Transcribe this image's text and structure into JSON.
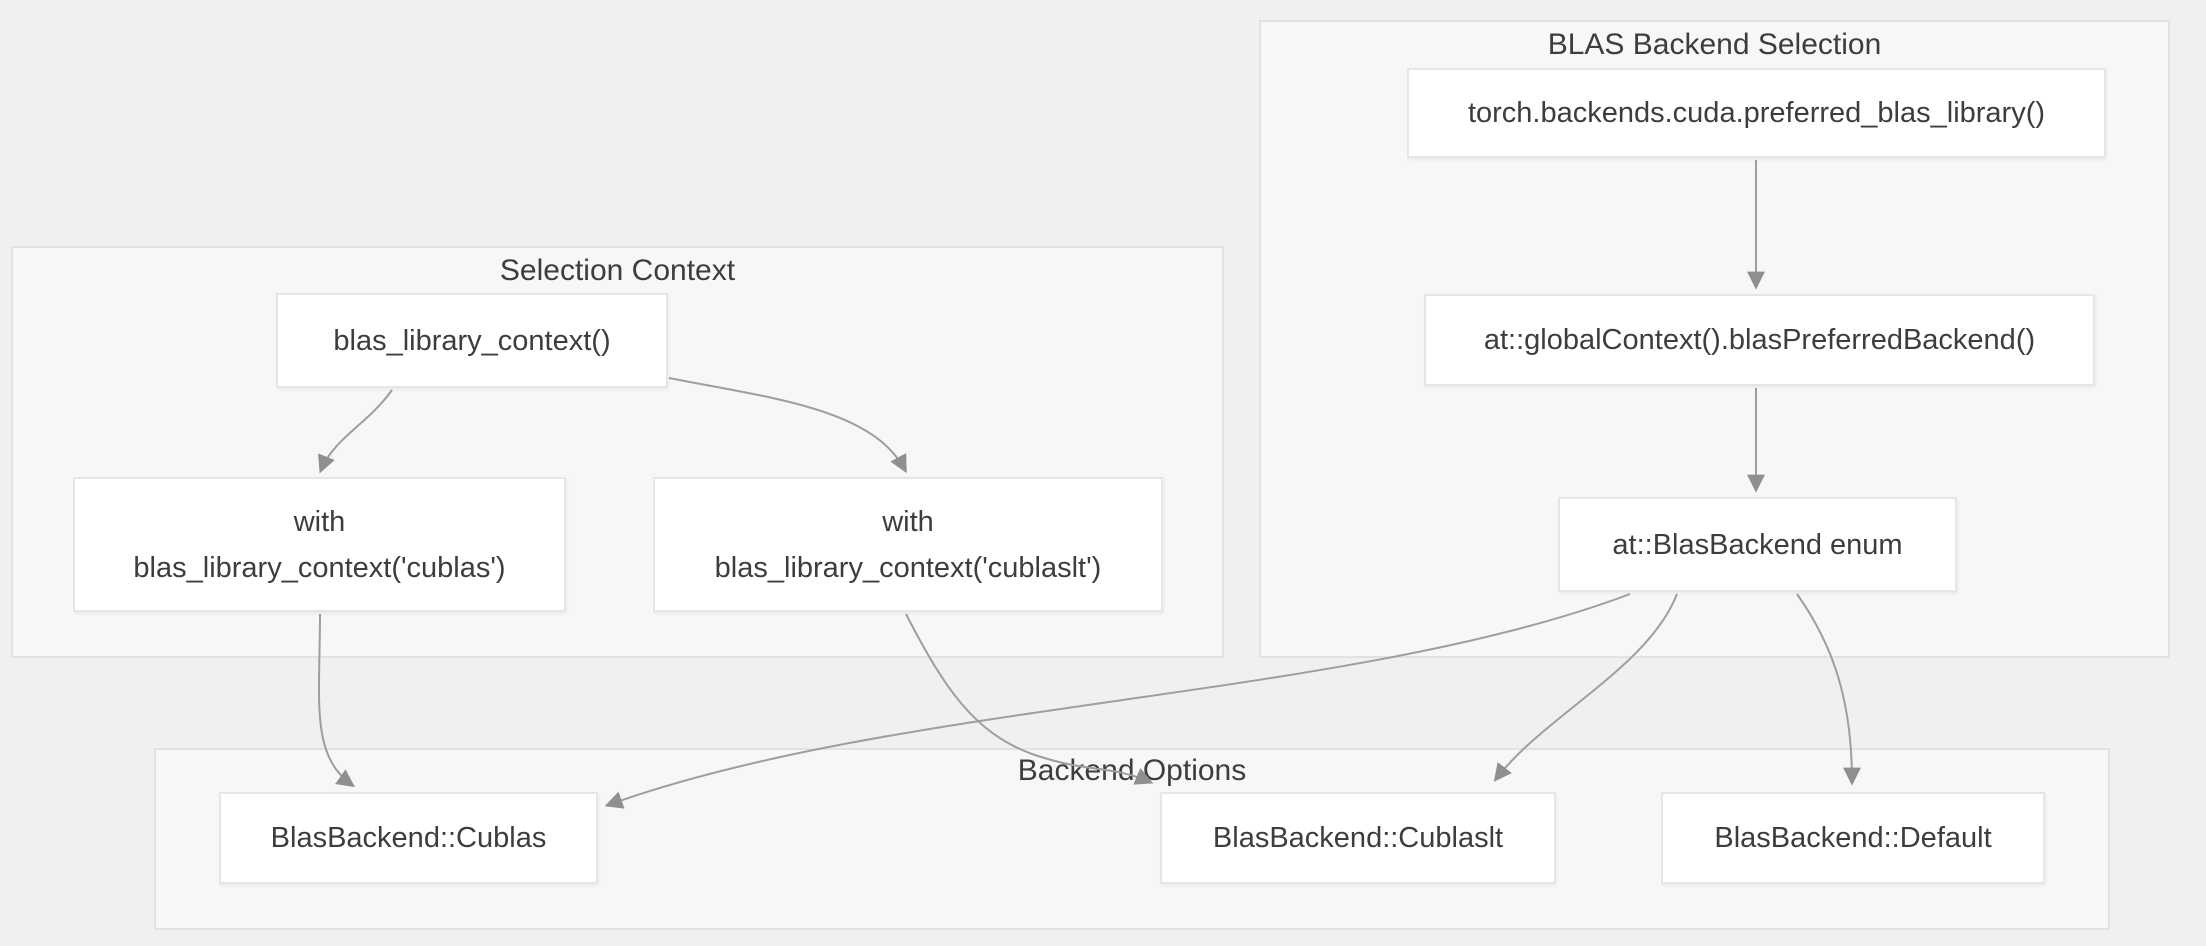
{
  "palette": {
    "page_background": "#f1f0ee",
    "group_background": "#f7f7f5",
    "group_border": "#e3e2e0",
    "node_background": "#ffffff",
    "node_border": "#e7e6e4",
    "edge_color": "#9e9e9e",
    "arrowhead_color": "#8f8f8f",
    "text_color": "#3d3d3d"
  },
  "groups": {
    "selection_context": {
      "title": "Selection Context"
    },
    "blas_backend_selection": {
      "title": "BLAS Backend Selection"
    },
    "backend_options": {
      "title": "Backend Options"
    }
  },
  "nodes": {
    "blas_library_context": {
      "label": "blas_library_context()"
    },
    "with_cublas": {
      "label": "with\nblas_library_context('cublas')"
    },
    "with_cublaslt": {
      "label": "with\nblas_library_context('cublaslt')"
    },
    "preferred_blas_library": {
      "label": "torch.backends.cuda.preferred_blas_library()"
    },
    "global_context_backend": {
      "label": "at::globalContext().blasPreferredBackend()"
    },
    "blas_backend_enum": {
      "label": "at::BlasBackend enum"
    },
    "backend_cublas": {
      "label": "BlasBackend::Cublas"
    },
    "backend_cublaslt": {
      "label": "BlasBackend::Cublaslt"
    },
    "backend_default": {
      "label": "BlasBackend::Default"
    }
  },
  "edges": [
    {
      "from": "preferred_blas_library",
      "to": "global_context_backend"
    },
    {
      "from": "global_context_backend",
      "to": "blas_backend_enum"
    },
    {
      "from": "blas_library_context",
      "to": "with_cublas"
    },
    {
      "from": "blas_library_context",
      "to": "with_cublaslt"
    },
    {
      "from": "with_cublas",
      "to": "backend_cublas"
    },
    {
      "from": "with_cublaslt",
      "to": "backend_cublaslt"
    },
    {
      "from": "blas_backend_enum",
      "to": "backend_cublas"
    },
    {
      "from": "blas_backend_enum",
      "to": "backend_cublaslt"
    },
    {
      "from": "blas_backend_enum",
      "to": "backend_default"
    }
  ]
}
